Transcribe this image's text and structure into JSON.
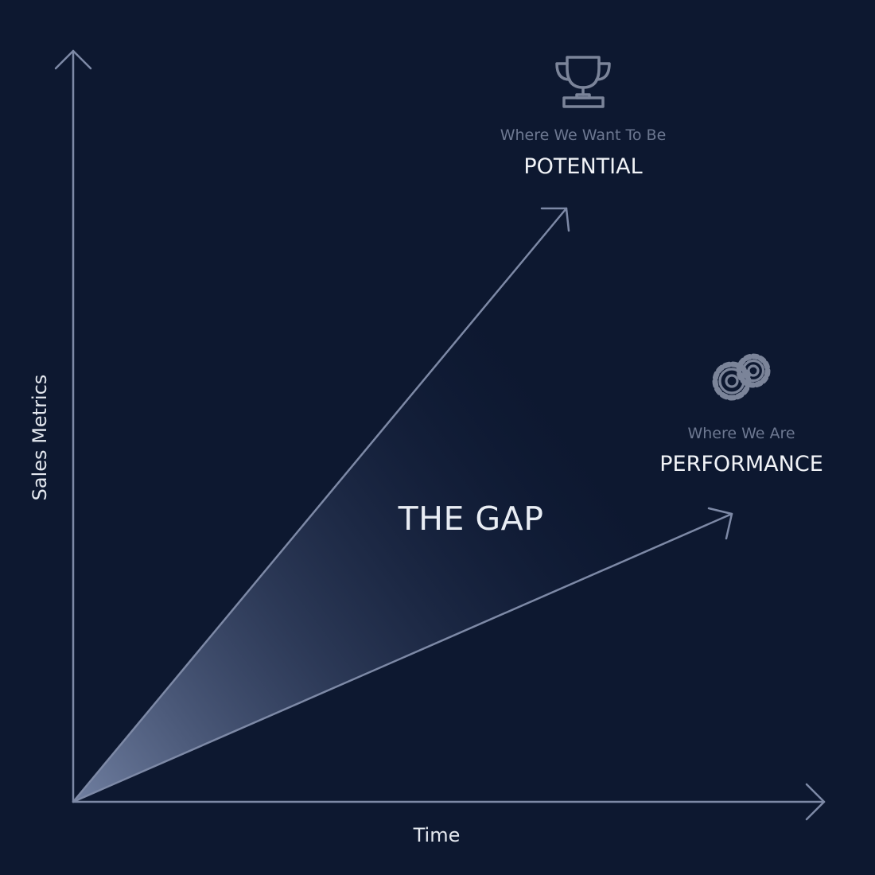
{
  "axes": {
    "x_label": "Time",
    "y_label": "Sales Metrics"
  },
  "potential": {
    "caption": "Where We Want To Be",
    "title": "POTENTIAL",
    "icon": "trophy-icon"
  },
  "performance": {
    "caption": "Where We Are",
    "title": "PERFORMANCE",
    "icon": "gears-icon"
  },
  "gap": {
    "label": "THE GAP"
  },
  "colors": {
    "background": "#0d1830",
    "line": "#7d89a6",
    "icon": "#7b8499",
    "gap_fill": "#8c9cc0"
  }
}
